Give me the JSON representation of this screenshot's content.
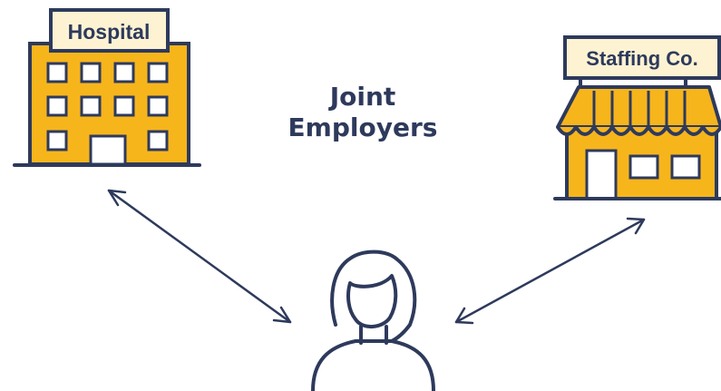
{
  "title": {
    "line1": "Joint",
    "line2": "Employers"
  },
  "hospital": {
    "sign": "Hospital"
  },
  "staffing": {
    "sign": "Staffing Co."
  },
  "colors": {
    "navy": "#2e3a5c",
    "gold": "#f7b51c",
    "sign_fill": "#fdf3d2",
    "white": "#ffffff"
  },
  "icons": {
    "hospital": "hospital-building-icon",
    "staffing": "storefront-icon",
    "worker": "person-icon",
    "arrows": "double-arrow-icon"
  }
}
